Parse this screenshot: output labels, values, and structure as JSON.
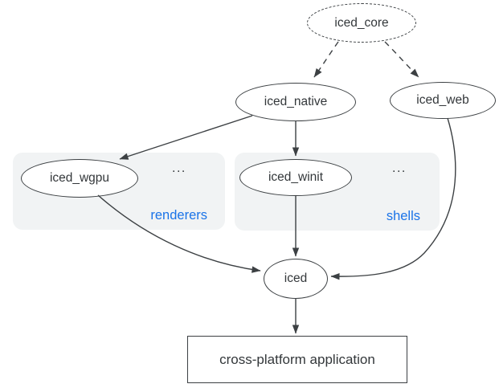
{
  "diagram": {
    "description": "crate dependency graph",
    "nodes": [
      {
        "id": "iced_core",
        "label": "iced_core",
        "shape": "ellipse",
        "border": "dashed"
      },
      {
        "id": "iced_native",
        "label": "iced_native",
        "shape": "ellipse",
        "border": "solid"
      },
      {
        "id": "iced_web",
        "label": "iced_web",
        "shape": "ellipse",
        "border": "solid"
      },
      {
        "id": "iced_wgpu",
        "label": "iced_wgpu",
        "shape": "ellipse",
        "border": "solid",
        "group": "renderers"
      },
      {
        "id": "iced_winit",
        "label": "iced_winit",
        "shape": "ellipse",
        "border": "solid",
        "group": "shells"
      },
      {
        "id": "iced",
        "label": "iced",
        "shape": "ellipse",
        "border": "solid"
      },
      {
        "id": "app",
        "label": "cross-platform application",
        "shape": "rect",
        "border": "solid"
      }
    ],
    "groups": [
      {
        "id": "renderers",
        "label": "renderers",
        "ellipsis": "..."
      },
      {
        "id": "shells",
        "label": "shells",
        "ellipsis": "..."
      }
    ],
    "edges": [
      {
        "from": "iced_core",
        "to": "iced_native",
        "style": "dashed"
      },
      {
        "from": "iced_core",
        "to": "iced_web",
        "style": "dashed"
      },
      {
        "from": "iced_native",
        "to": "iced_wgpu",
        "style": "solid"
      },
      {
        "from": "iced_native",
        "to": "iced_winit",
        "style": "solid"
      },
      {
        "from": "iced_wgpu",
        "to": "iced",
        "style": "solid"
      },
      {
        "from": "iced_winit",
        "to": "iced",
        "style": "solid"
      },
      {
        "from": "iced_web",
        "to": "iced",
        "style": "solid"
      },
      {
        "from": "iced",
        "to": "app",
        "style": "solid"
      }
    ],
    "colors": {
      "line": "#3c4043",
      "text": "#33373a",
      "group_label": "#1a73e8",
      "group_bg": "#f1f3f4",
      "node_bg": "#ffffff",
      "canvas_bg": "#ffffff"
    }
  }
}
